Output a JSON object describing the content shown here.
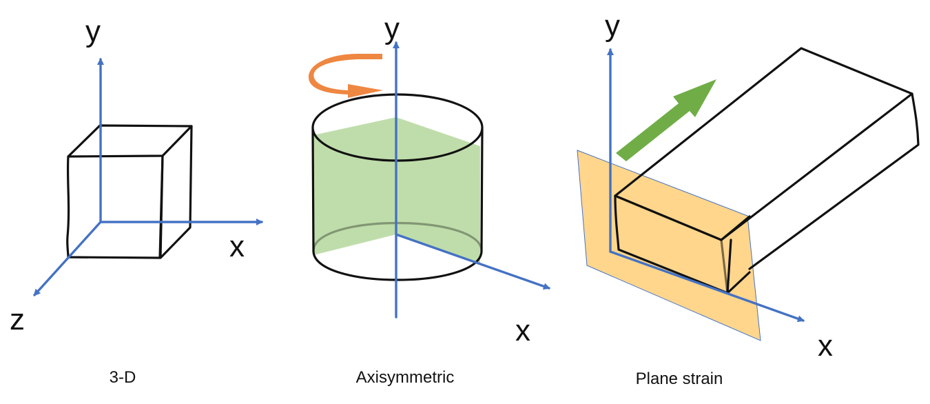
{
  "panels": [
    {
      "caption": "3-D",
      "axis_labels": {
        "y": "y",
        "x": "x",
        "z": "z"
      }
    },
    {
      "caption": "Axisymmetric",
      "axis_labels": {
        "y": "y",
        "x": "x"
      }
    },
    {
      "caption": "Plane strain",
      "axis_labels": {
        "y": "y",
        "x": "x"
      }
    }
  ],
  "colors": {
    "axis": "#4472c4",
    "outline": "#111111",
    "section_fill": "#a9d18e",
    "rotation_arrow": "#ed7d31",
    "plane_fill": "#ffd27f",
    "strain_arrow": "#70ad47"
  }
}
